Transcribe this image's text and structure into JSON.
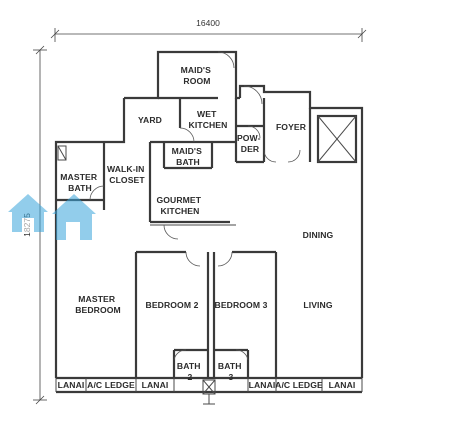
{
  "dimensions": {
    "width_label": "16400",
    "height_label": "18275"
  },
  "rooms": {
    "maids_room": [
      "MAID'S",
      "ROOM"
    ],
    "yard": [
      "YARD"
    ],
    "wet_kitchen": [
      "WET",
      "KITCHEN"
    ],
    "powder": [
      "POW-",
      "DER"
    ],
    "foyer": [
      "FOYER"
    ],
    "walk_in_closet": [
      "WALK-IN",
      "CLOSET"
    ],
    "maids_bath": [
      "MAID'S",
      "BATH"
    ],
    "master_bath": [
      "MASTER",
      "BATH"
    ],
    "gourmet_kitchen": [
      "GOURMET",
      "KITCHEN"
    ],
    "dining": [
      "DINING"
    ],
    "master_bedroom": [
      "MASTER",
      "BEDROOM"
    ],
    "bedroom_2": [
      "BEDROOM 2"
    ],
    "bedroom_3": [
      "BEDROOM 3"
    ],
    "living": [
      "LIVING"
    ],
    "bath_2": [
      "BATH",
      "2"
    ],
    "bath_3": [
      "BATH",
      "3"
    ],
    "lanai_1": [
      "LANAI"
    ],
    "ac_ledge_1": [
      "A/C LEDGE"
    ],
    "lanai_2": [
      "LANAI"
    ],
    "lanai_3": [
      "LANAI"
    ],
    "ac_ledge_2": [
      "A/C LEDGE"
    ],
    "lanai_4": [
      "LANAI"
    ]
  },
  "colors": {
    "wall": "#3a3a3a",
    "text": "#2b2b2b",
    "watermark": "#3aa6dc"
  },
  "icons": {
    "watermark": "house-logo-icon"
  }
}
